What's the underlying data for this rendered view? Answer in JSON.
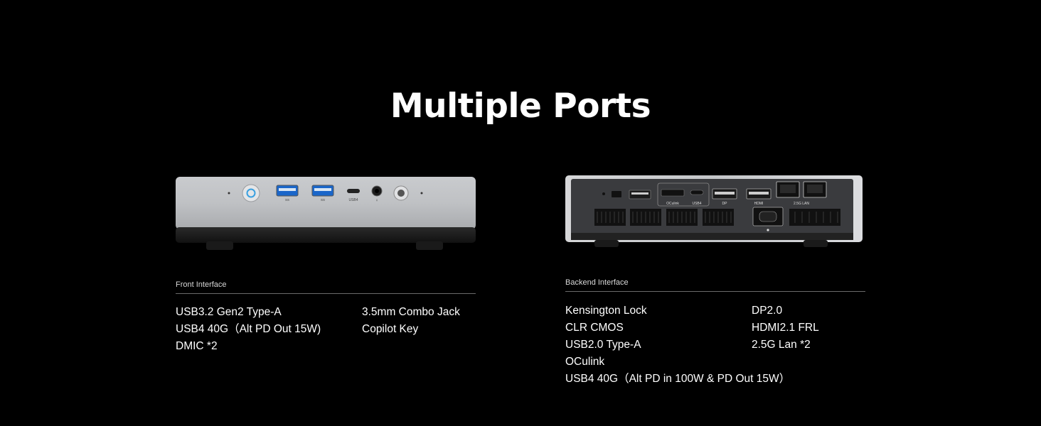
{
  "title": "Multiple Ports",
  "front": {
    "label": "Front Interface",
    "port_labels": [
      "USB4"
    ],
    "specs_left": [
      "USB3.2 Gen2 Type-A",
      "USB4 40G（Alt PD Out 15W)",
      "DMIC *2"
    ],
    "specs_right": [
      "3.5mm Combo Jack",
      "Copilot Key"
    ]
  },
  "back": {
    "label": "Backend Interface",
    "port_labels": [
      "OCulink",
      "USB4",
      "DP",
      "HDMI",
      "2.5G LAN"
    ],
    "specs_left": [
      "Kensington Lock",
      "CLR CMOS",
      "USB2.0  Type-A",
      "OCulink",
      "USB4 40G（Alt PD in 100W & PD Out 15W）"
    ],
    "specs_right": [
      "DP2.0",
      "HDMI2.1 FRL",
      "2.5G Lan *2"
    ]
  },
  "colors": {
    "background": "#000000",
    "accent_power": "#3aa0e0"
  }
}
